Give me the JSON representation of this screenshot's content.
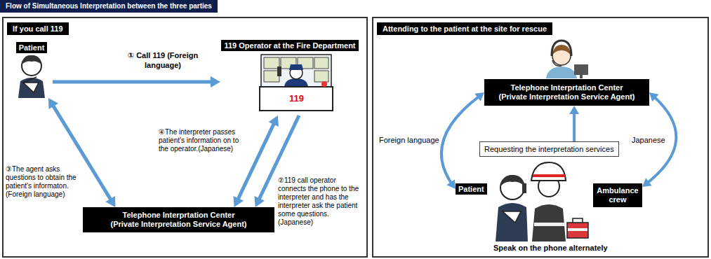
{
  "diagram": {
    "title": "Flow of Simultaneous Interpretation between the three parties",
    "nodes": [
      {
        "text": [
          "If you call 119"
        ]
      },
      {
        "text": [
          "Patient"
        ],
        "in": 0
      },
      {
        "text": [
          "119 Operator at the Fire Department"
        ],
        "in": 0
      },
      {
        "text": [
          "Telephone Interprtation Center (Private Interpretation Service Agent)"
        ],
        "in": 0
      },
      {
        "text": [
          "Attending to the patient at the site for rescue"
        ]
      },
      {
        "text": [
          "Telephone Interprtation Center (Private Interpretation Service Agent)"
        ],
        "in": 4
      },
      {
        "text": [
          "Requesting the interpretation services"
        ],
        "in": 4
      },
      {
        "text": [
          "Patient"
        ],
        "in": 4
      },
      {
        "text": [
          "Ambulance crew"
        ],
        "in": 4
      }
    ],
    "edges": [
      {
        "from": 1,
        "to": 2,
        "arrow": "to",
        "label": "① Call 119 (Foreign language)"
      },
      {
        "from": 2,
        "to": 3,
        "arrow": "to",
        "label": "②119 call operator connects the phone to the interpreter and has the interpreter ask the patient some questions. (Japanese)"
      },
      {
        "from": 1,
        "to": 3,
        "arrow": "both",
        "label": "③The agent asks questions to obtain the patient's informaton. (Foreign language)"
      },
      {
        "from": 3,
        "to": 2,
        "arrow": "both",
        "label": "④The interpreter passes patient's information on to the operator.(Japanese)"
      },
      {
        "from": 6,
        "to": 5,
        "arrow": "to"
      },
      {
        "from": 7,
        "to": 5,
        "arrow": "both",
        "label": "Foreign language"
      },
      {
        "from": 8,
        "to": 5,
        "arrow": "both",
        "label": "Japanese"
      }
    ],
    "labels": [
      "119",
      "Speak on the phone alternately"
    ]
  }
}
